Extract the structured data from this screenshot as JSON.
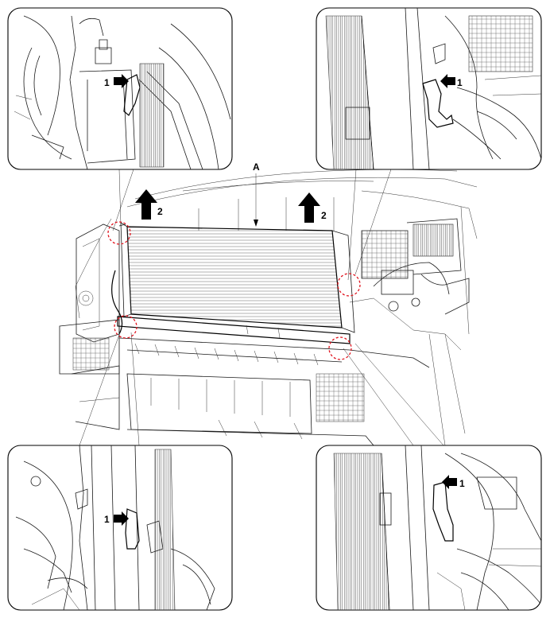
{
  "diagram": {
    "component_label": "A",
    "lift_arrows": [
      {
        "label": "2"
      },
      {
        "label": "2"
      }
    ],
    "detail_views": [
      {
        "position": "top-left",
        "clip_label": "1"
      },
      {
        "position": "top-right",
        "clip_label": "1"
      },
      {
        "position": "bottom-left",
        "clip_label": "1"
      },
      {
        "position": "bottom-right",
        "clip_label": "1"
      }
    ],
    "colors": {
      "line": "#000000",
      "callout_circle": "#e0141e",
      "background": "#ffffff"
    }
  }
}
